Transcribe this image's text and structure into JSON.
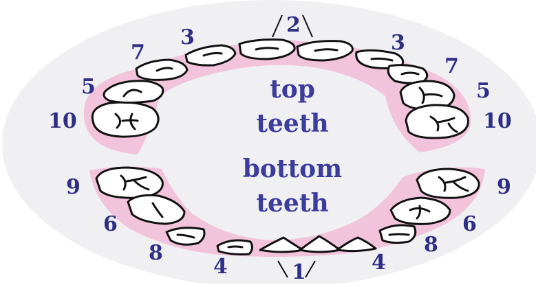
{
  "colors": {
    "background": "#f0eff2",
    "gum": "#f2c4dc",
    "number": "#2e2e86",
    "label": "#3c3c9c",
    "outline": "#111111"
  },
  "labels": {
    "top_line1": "top",
    "top_line2": "teeth",
    "bottom_line1": "bottom",
    "bottom_line2": "teeth"
  },
  "upper_numbers": {
    "center": "2",
    "left_3": "3",
    "left_7": "7",
    "left_5": "5",
    "left_10": "10",
    "right_3": "3",
    "right_7": "7",
    "right_5": "5",
    "right_10": "10"
  },
  "lower_numbers": {
    "center": "1",
    "left_9": "9",
    "left_6": "6",
    "left_8": "8",
    "left_4": "4",
    "right_9": "9",
    "right_6": "6",
    "right_8": "8",
    "right_4": "4"
  }
}
